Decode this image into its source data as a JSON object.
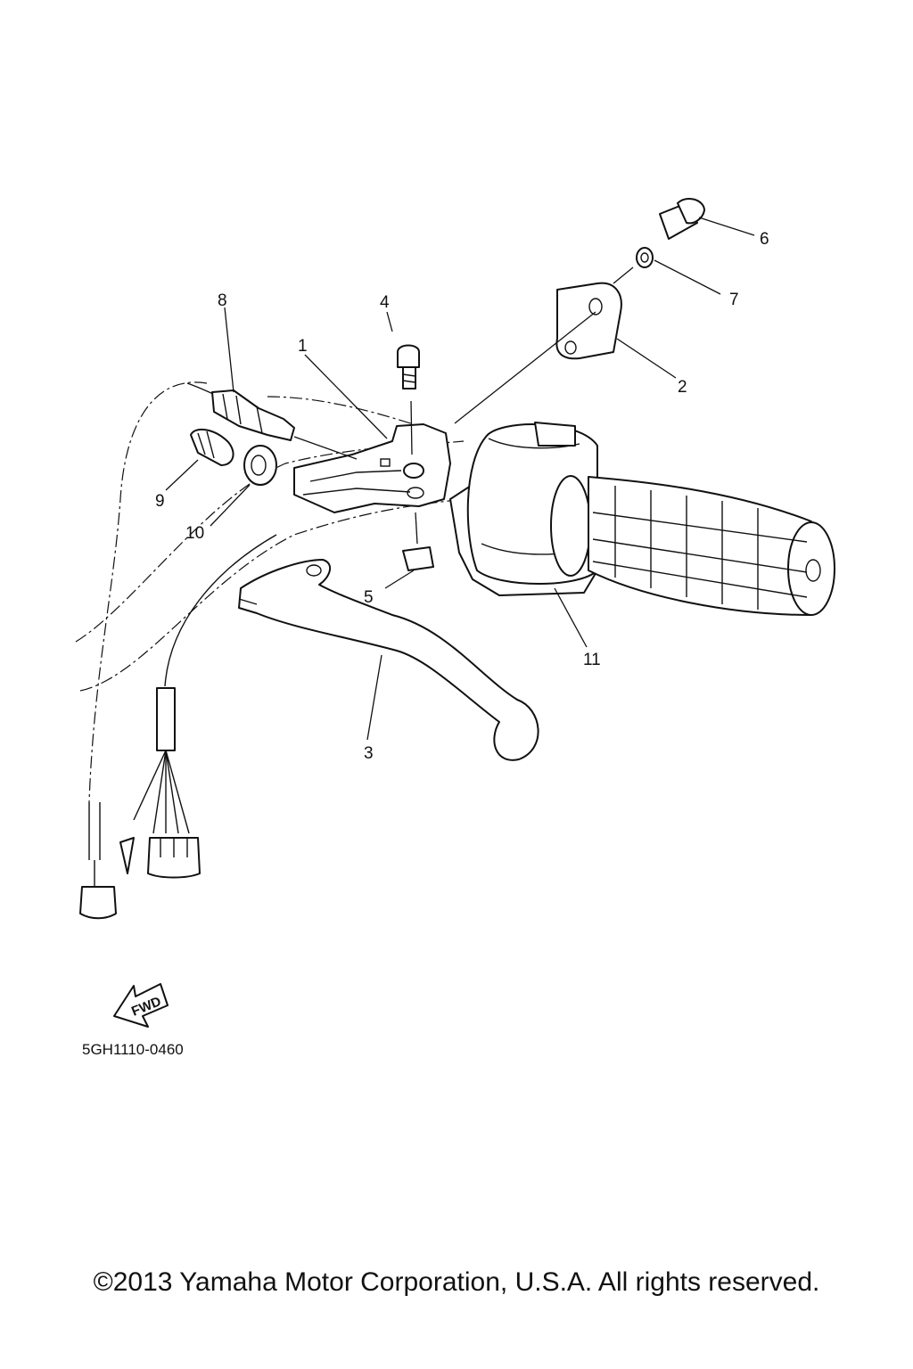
{
  "diagram": {
    "callouts": [
      "1",
      "2",
      "3",
      "4",
      "5",
      "6",
      "7",
      "8",
      "9",
      "10",
      "11"
    ],
    "part_code": "5GH1110-0460",
    "direction_label": "FWD",
    "copyright": "©2013 Yamaha Motor Corporation, U.S.A. All rights reserved."
  }
}
